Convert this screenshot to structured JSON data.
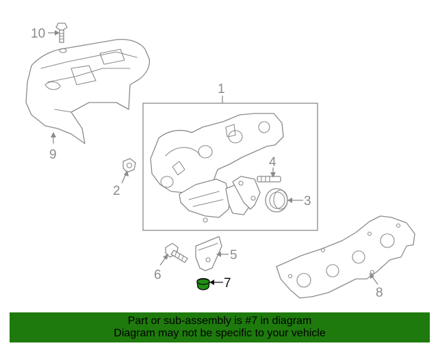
{
  "callouts": {
    "c1": "1",
    "c2": "2",
    "c3": "3",
    "c4": "4",
    "c5": "5",
    "c6": "6",
    "c7": "7",
    "c8": "8",
    "c9": "9",
    "c10": "10"
  },
  "highlighted_part": "7",
  "colors": {
    "banner_background": "#1e7a0d",
    "highlight_part": "#1f8f12",
    "line_art": "#8a8a8a"
  },
  "banner": {
    "line1": "Part or sub-assembly is #7 in diagram",
    "line2": "Diagram may not be specific to your vehicle"
  }
}
